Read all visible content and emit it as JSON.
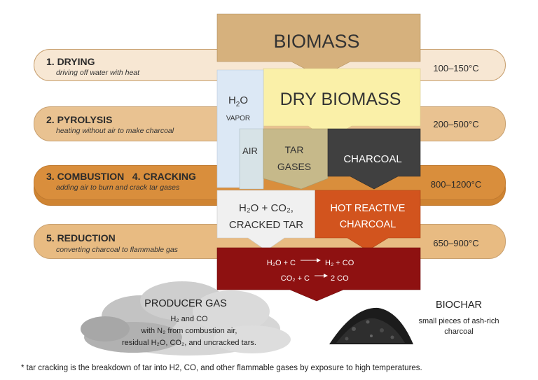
{
  "stages": [
    {
      "title": "1. DRYING",
      "desc": "driving off water with heat",
      "temp": "100–150°C"
    },
    {
      "title": "2. PYROLYSIS",
      "desc": "heating without air to make charcoal",
      "temp": "200–500°C"
    },
    {
      "title": "3. COMBUSTION   4. CRACKING",
      "desc": "adding air to burn and crack tar gases",
      "temp": "800–1200°C"
    },
    {
      "title": "5. REDUCTION",
      "desc": "converting charcoal to flammable gas",
      "temp": "650–900°C"
    }
  ],
  "boxes": {
    "biomass": "BIOMASS",
    "dry_biomass": "DRY BIOMASS",
    "h2o": "H",
    "h2o_sub": "2",
    "h2o_o": "O",
    "vapor": "VAPOR",
    "air": "AIR",
    "tar_line1": "TAR",
    "tar_line2": "GASES",
    "charcoal": "CHARCOAL",
    "mix_line1": "H₂O + CO₂,",
    "mix_line2": "CRACKED TAR",
    "hot_line1": "HOT REACTIVE",
    "hot_line2": "CHARCOAL"
  },
  "reactions": {
    "r1_left": "H₂O + C",
    "r1_right": "H₂ + CO",
    "r2_left": "CO₂ + C",
    "r2_right": "2 CO"
  },
  "producer_gas": {
    "title": "PRODUCER GAS",
    "line1": "H₂ and CO",
    "line2": "with N₂ from combustion air,",
    "line3": "residual H₂O, CO₂, and uncracked tars."
  },
  "biochar": {
    "title": "BIOCHAR",
    "desc": "small pieces of ash-rich charcoal"
  },
  "footnote": "* tar cracking is the breakdown of tar into H2, CO, and other flammable gases by exposure to high temperatures.",
  "colors": {
    "drying_band": "#f7e7d3",
    "pyrolysis_band": "#e9c291",
    "combustion_band": "#d98e3c",
    "reduction_band": "#e8bb82",
    "biomass": "#d6b17d",
    "dry_biomass": "#faf0a8",
    "vapor": "#dce8f5",
    "air": "#d7e3e7",
    "tar": "#c6b98a",
    "charcoal": "#404040",
    "cracked": "#f0f0f0",
    "hot_charcoal": "#d2541e",
    "reduction": "#8e1111"
  }
}
